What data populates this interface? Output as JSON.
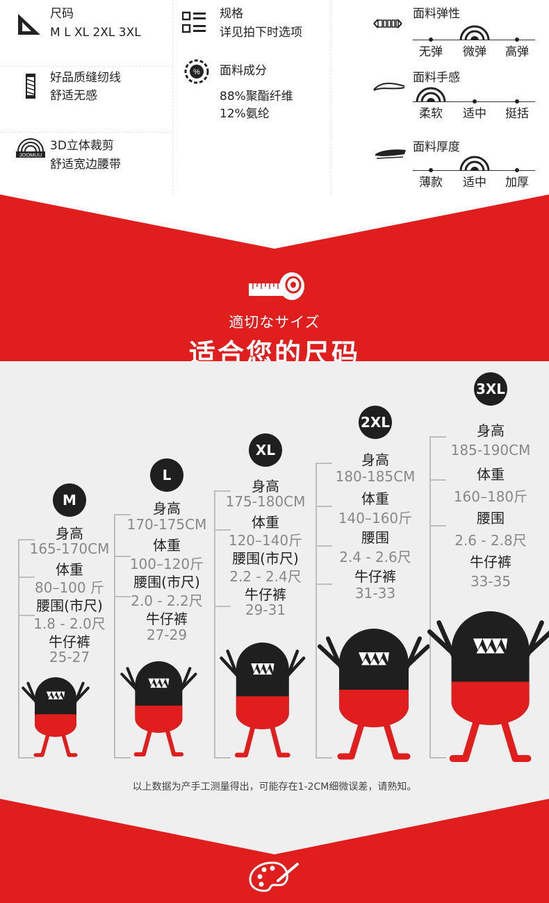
{
  "specs": {
    "size": {
      "label": "尺码",
      "value": "M L XL 2XL 3XL"
    },
    "spec": {
      "label": "规格",
      "value": "详见拍下时选项"
    },
    "elasticity": {
      "label": "面料弹性",
      "options": [
        "无弹",
        "微弹",
        "高弹"
      ],
      "selected": 1
    },
    "thread": {
      "line1": "好品质缝纫线",
      "line2": "舒适无感"
    },
    "composition": {
      "label": "面料成分",
      "line1": "88%聚酯纤维",
      "line2": "12%氨纶"
    },
    "hand_feel": {
      "label": "面料手感",
      "options": [
        "柔软",
        "适中",
        "挺括"
      ],
      "selected": 0
    },
    "cut": {
      "line1": "3D立体裁剪",
      "line2": "舒适宽边腰带"
    },
    "thickness": {
      "label": "面料厚度",
      "options": [
        "薄款",
        "适中",
        "加厚"
      ],
      "selected": 1
    },
    "composition_icon_text": "%",
    "brand_icon_text": "JOOMUU"
  },
  "banner": {
    "subtitle": "適切なサイズ",
    "title": "适合您的尺码",
    "color": "#e01e1e"
  },
  "sizes": [
    {
      "size": "M",
      "height_label": "身高",
      "height": "165-170CM",
      "weight_label": "体重",
      "weight": "80–100 斤",
      "waist_label": "腰围(市尺)",
      "waist": "1.8 - 2.0尺",
      "jeans_label": "牛仔裤",
      "jeans": "25-27"
    },
    {
      "size": "L",
      "height_label": "身高",
      "height": "170-175CM",
      "weight_label": "体重",
      "weight": "100–120斤",
      "waist_label": "腰围(市尺)",
      "waist": "2.0 - 2.2尺",
      "jeans_label": "牛仔裤",
      "jeans": "27-29"
    },
    {
      "size": "XL",
      "height_label": "身高",
      "height": "175-180CM",
      "weight_label": "体重",
      "weight": "120–140斤",
      "waist_label": "腰围(市尺)",
      "waist": "2.2 - 2.4尺",
      "jeans_label": "牛仔裤",
      "jeans": "29-31"
    },
    {
      "size": "2XL",
      "height_label": "身高",
      "height": "180-185CM",
      "weight_label": "体重",
      "weight": "140–160斤",
      "waist_label": "腰围",
      "waist": "2.4 - 2.6尺",
      "jeans_label": "牛仔裤",
      "jeans": "31-33"
    },
    {
      "size": "3XL",
      "height_label": "身高",
      "height": "185-190CM",
      "weight_label": "体重",
      "weight": "160–180斤",
      "waist_label": "腰围",
      "waist": "2.6 - 2.8尺",
      "jeans_label": "牛仔裤",
      "jeans": "33-35"
    }
  ],
  "note": "以上数据为产手工测量得出，可能存在1-2CM细微误差，请熟知。",
  "colors": {
    "red": "#e01e1e",
    "dark": "#1f1f1f",
    "grey_bg": "#efefef"
  }
}
